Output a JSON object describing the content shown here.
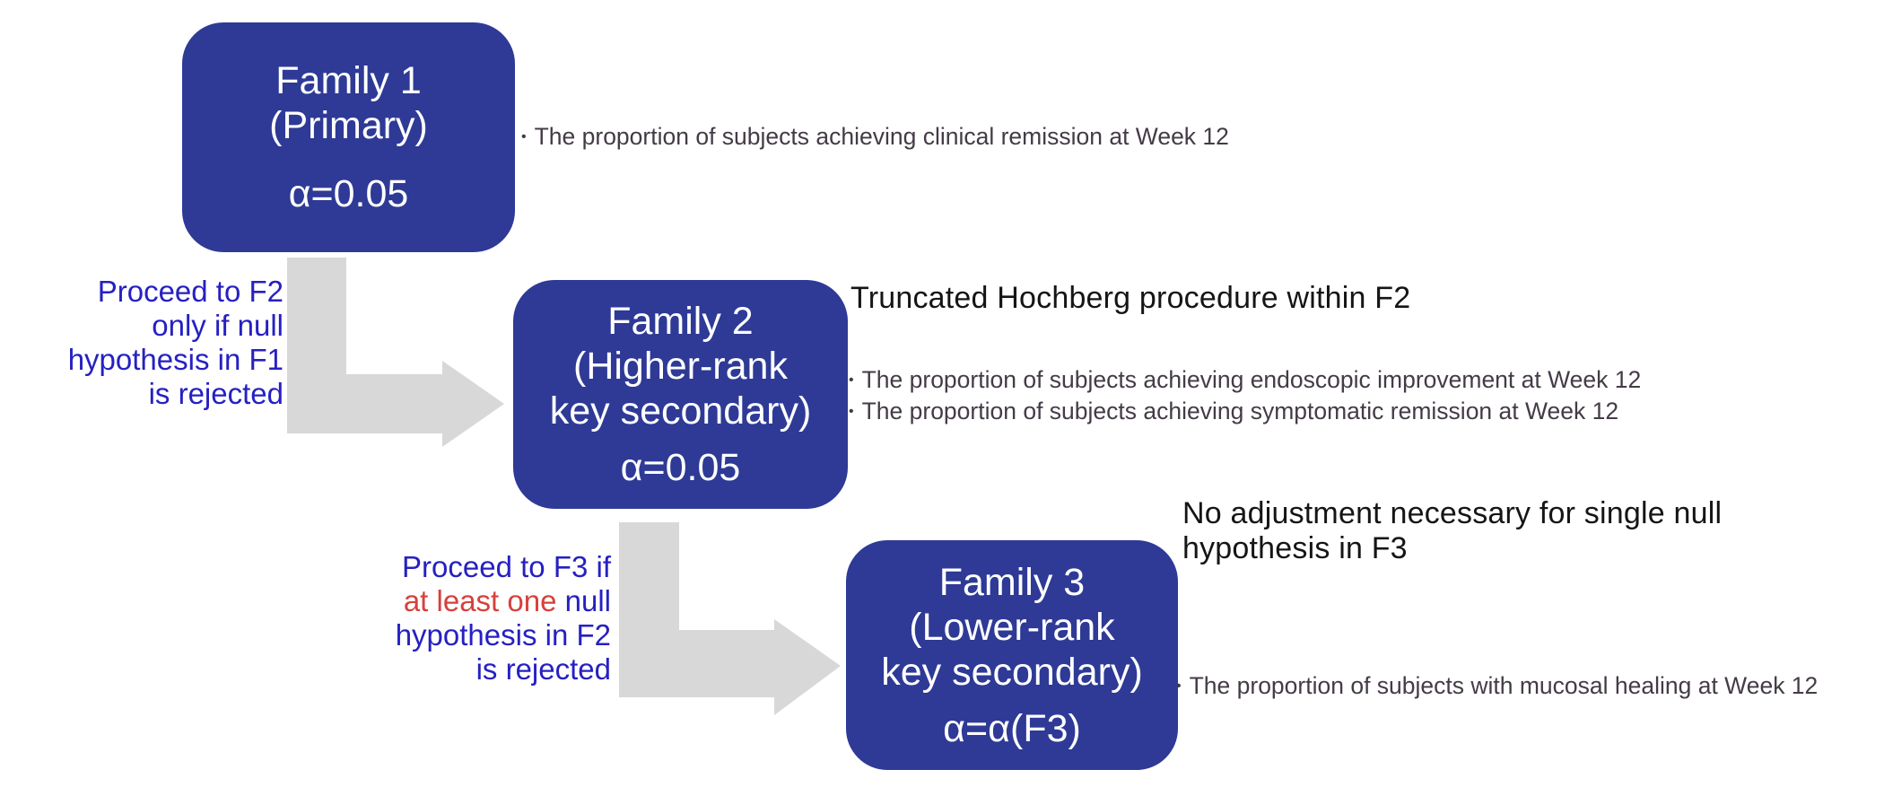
{
  "colors": {
    "canvas_bg": "#ffffff",
    "box_fill": "#2e3a96",
    "box_text": "#ffffff",
    "arrow_fill": "#d8d8d8",
    "note_blue": "#2620c2",
    "note_red": "#d6413b",
    "bullet_text": "#443b46",
    "heading_text": "#151515"
  },
  "marks": {
    "bullet": "•"
  },
  "boxes": [
    {
      "title_lines": [
        "Family 1",
        "(Primary)"
      ],
      "alpha": "α=0.05"
    },
    {
      "title_lines": [
        "Family 2",
        "(Higher-rank",
        "key secondary)"
      ],
      "alpha": "α=0.05"
    },
    {
      "title_lines": [
        "Family 3",
        "(Lower-rank",
        "key secondary)"
      ],
      "alpha": "α=α(F3)"
    }
  ],
  "notes": {
    "to_f2": {
      "line1": "Proceed to F2",
      "line2": "only if null",
      "line3": "hypothesis in F1",
      "line4": "is rejected"
    },
    "to_f3": {
      "line1": "Proceed to F3 if",
      "line2_red": "at least one",
      "line2_rest": " null",
      "line3": "hypothesis in F2",
      "line4": "is rejected"
    }
  },
  "annotations": {
    "f1_bullets": [
      "The proportion of subjects achieving clinical remission at Week 12"
    ],
    "f2_heading": "Truncated Hochberg procedure within F2",
    "f2_bullets": [
      "The proportion of subjects achieving endoscopic improvement at Week 12",
      "The proportion of subjects achieving symptomatic remission at Week 12"
    ],
    "f3_heading_lines": [
      "No adjustment necessary for single null",
      "hypothesis in F3"
    ],
    "f3_bullets": [
      "The proportion of subjects with mucosal healing at Week 12"
    ]
  }
}
